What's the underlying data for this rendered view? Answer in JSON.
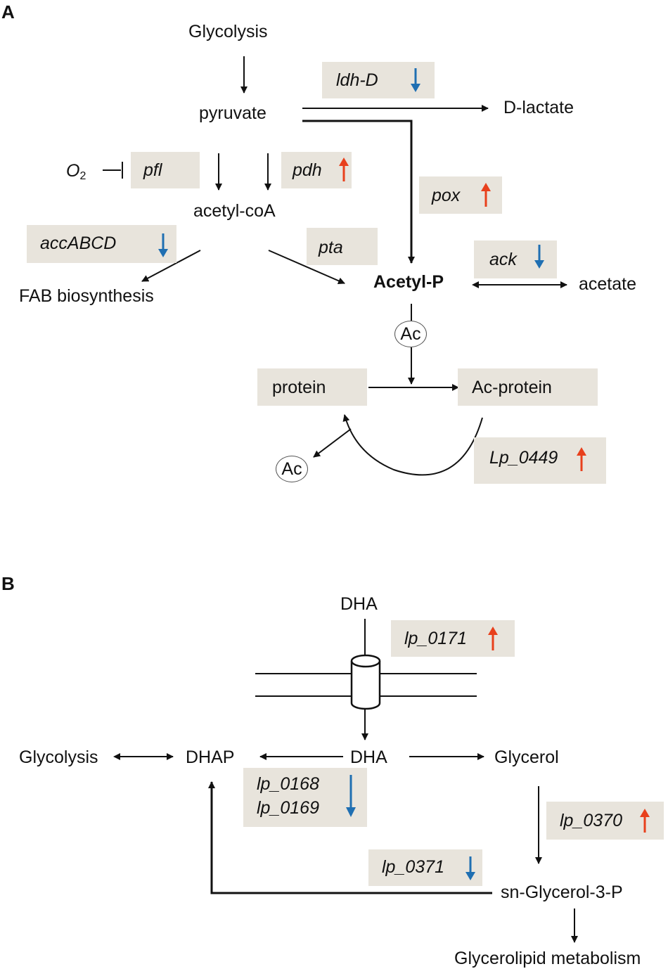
{
  "panel_a": {
    "label": "A",
    "glycolysis": "Glycolysis",
    "pyruvate": "pyruvate",
    "d_lactate": "D-lactate",
    "acetyl_coa": "acetyl-coA",
    "o2": "O",
    "o2_sub": "2",
    "fab": "FAB biosynthesis",
    "acetyl_p": "Acetyl-P",
    "acetate": "acetate",
    "protein": "protein",
    "ac_protein": "Ac-protein",
    "ac": "Ac",
    "genes": {
      "ldh": "ldh-D",
      "pfl": "pfl",
      "pdh": "pdh",
      "pox": "pox",
      "acc": "accABCD",
      "pta": "pta",
      "ack": "ack",
      "lp0449": "Lp_0449"
    }
  },
  "panel_b": {
    "label": "B",
    "dha_out": "DHA",
    "dha_in": "DHA",
    "glycolysis": "Glycolysis",
    "dhap": "DHAP",
    "glycerol": "Glycerol",
    "g3p": "sn-Glycerol-3-P",
    "glycerolipid": "Glycerolipid metabolism",
    "genes": {
      "lp0171": "lp_0171",
      "lp0168": "lp_0168",
      "lp0169": "lp_0169",
      "lp0370": "lp_0370",
      "lp0371": "lp_0371"
    }
  },
  "colors": {
    "up": "#e8401c",
    "down": "#1f6fb2",
    "box": "#e8e4dc",
    "line": "#111111"
  }
}
